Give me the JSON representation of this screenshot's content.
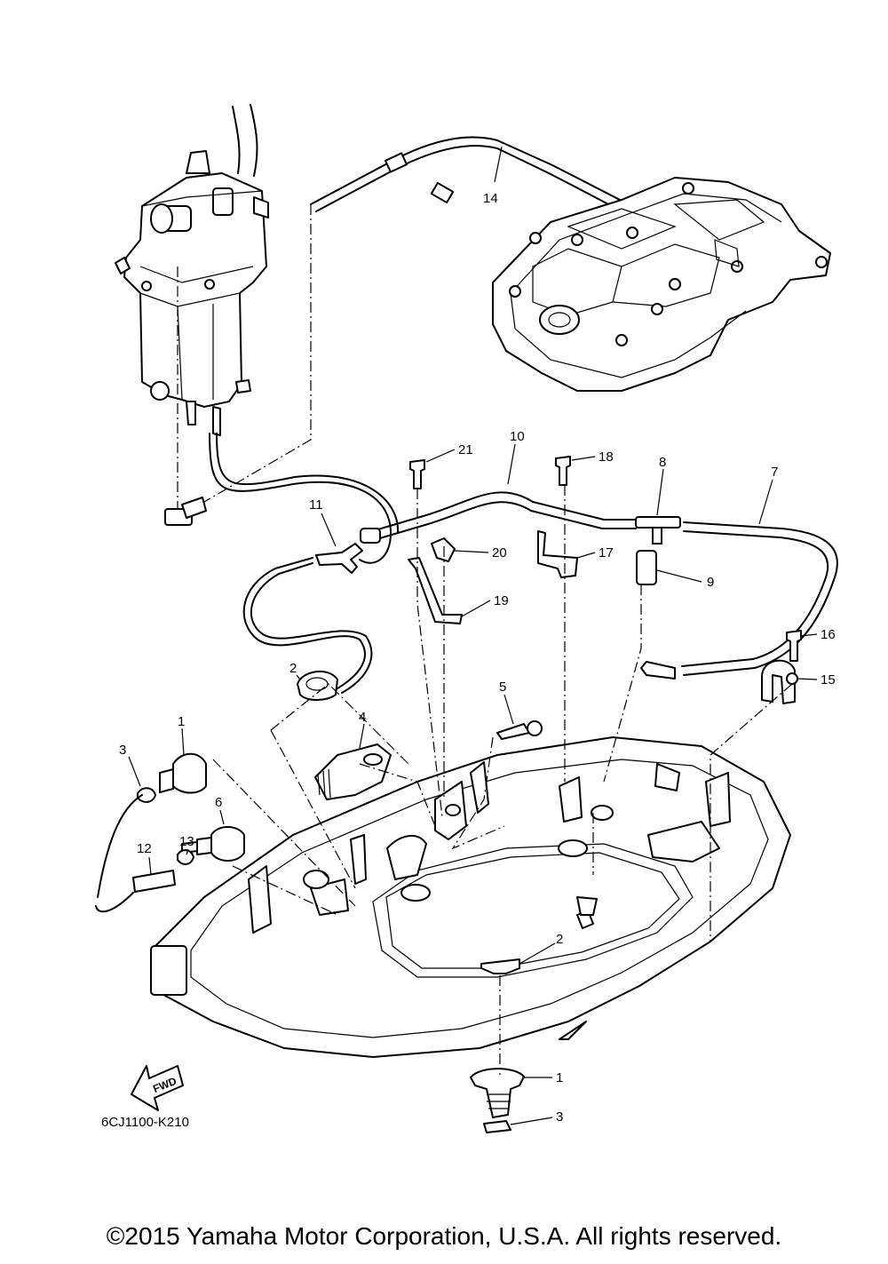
{
  "diagram": {
    "code": "6CJ1100-K210",
    "fwd_label": "FWD",
    "callouts": [
      "1",
      "2",
      "3",
      "4",
      "5",
      "6",
      "7",
      "8",
      "9",
      "10",
      "11",
      "12",
      "13",
      "14",
      "15",
      "16",
      "17",
      "18",
      "19",
      "20",
      "21",
      "2",
      "1",
      "3"
    ]
  },
  "footer": {
    "copyright": "©2015 Yamaha Motor Corporation, U.S.A. All rights reserved."
  }
}
